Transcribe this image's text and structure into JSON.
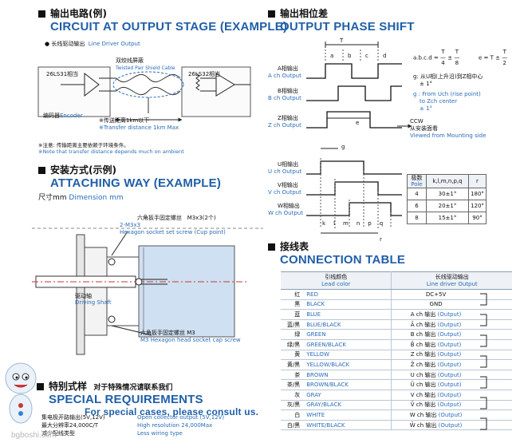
{
  "circuit": {
    "title_zh": "输出电路(例)",
    "title_en": "CIRCUIT AT OUTPUT STAGE (EXAMPLE)",
    "subtitle_zh": "长线驱动输出",
    "subtitle_en": "Line Driver Output",
    "shield_zh": "双绞线屏蔽",
    "shield_en": "Twisted Pair Shield Cable",
    "left_chip": "26LS31相当",
    "right_chip": "26LS32相当",
    "encoder_zh": "编码器",
    "encoder_en": "Encoder",
    "distance_zh": "※传送距离1km以下",
    "distance_en": "※Transfer distance 1km Max",
    "note_zh": "※注意: 传输距离主要依赖于环境条件。",
    "note_en": "※Note that transfer distance depends much on ambient"
  },
  "attaching": {
    "title_zh": "安装方式(示例)",
    "title_en": "ATTACHING WAY (EXAMPLE)",
    "dim_zh": "尺寸mm",
    "dim_en": "Dimension mm",
    "screw1_zh": "六角扳手固定螺丝",
    "screw1_size": "M3x3(2个)",
    "screw1_spec": "2-M3x3",
    "screw1_en": "Hexagon socket set screw (Cup point)",
    "shaft_zh": "驱动轴",
    "shaft_en": "Driving Shaft",
    "screw2_zh": "六角扳手固定螺丝 M3",
    "screw2_en": "M3 Hexagon head socket cap screw"
  },
  "special": {
    "title_zh": "特别式样",
    "title_zh2": "对于特殊情况请联系我们",
    "title_en": "SPECIAL REQUIREMENTS",
    "subtitle_en": "For special cases, please consult us.",
    "items_zh": [
      "集电极开路输出(5V,12V)",
      "最大分辨率24,000C/T",
      "减少配线类型"
    ],
    "items_en": [
      "Open collector output (5V,12V)",
      "High resolution 24,000Max",
      "Less wiring type"
    ],
    "watermark": "bgboshi.com"
  },
  "phase": {
    "title_zh": "输出相位差",
    "title_en": "OUTPUT PHASE SHIFT",
    "top_T": "T",
    "quarter": [
      "a",
      "b",
      "c",
      "d"
    ],
    "formula1": "a.b.c.d =",
    "formula1_num": "T",
    "formula1_den": "4",
    "formula1_pm": "±",
    "formula1_num2": "T",
    "formula1_den2": "8",
    "formula2": "e = T ±",
    "formula2_num": "T",
    "formula2_den": "2",
    "signals": [
      {
        "zh": "A相输出",
        "en": "A ch Output"
      },
      {
        "zh": "B相输出",
        "en": "B ch Output"
      },
      {
        "zh": "Z相输出",
        "en": "Z ch Output"
      },
      {
        "zh": "U相输出",
        "en": "U ch Output"
      },
      {
        "zh": "V相输出",
        "en": "V ch Output"
      },
      {
        "zh": "W相输出",
        "en": "W ch Output"
      }
    ],
    "e_label": "e",
    "g_label": "g",
    "uvw_letters": [
      "k",
      "l",
      "m",
      "n",
      "p",
      "q"
    ],
    "r_label": "r",
    "g_note_zh": "g: 从U相(上升沿)到Z相中心",
    "g_note_pm": "± 1°",
    "g_note_en1": "g : From Uch (rise point)",
    "g_note_en2": "to Zch center",
    "g_note_en3": "± 1°",
    "ccw": "CCW",
    "mount_zh": "从安装面看",
    "mount_en": "Viewed from Mounting side"
  },
  "pole_table": {
    "header_pole_zh": "极数",
    "header_pole_en": "Pole",
    "header_klm": "k,l,m,n,p,q",
    "header_r": "r",
    "rows": [
      {
        "pole": "4",
        "klm": "30±1°",
        "r": "180°"
      },
      {
        "pole": "6",
        "klm": "20±1°",
        "r": "120°"
      },
      {
        "pole": "8",
        "klm": "15±1°",
        "r": "90°"
      }
    ]
  },
  "connection": {
    "title_zh": "接线表",
    "title_en": "CONNECTION TABLE",
    "head_color_zh": "引线颜色",
    "head_color_en": "Lead color",
    "head_sig_zh": "长线驱动输出",
    "head_sig_en": "Line driver Output",
    "rows": [
      {
        "zh": "红",
        "en": "RED",
        "sig": "DC+5V",
        "sig_en": ""
      },
      {
        "zh": "黑",
        "en": "BLACK",
        "sig": "GND",
        "sig_en": ""
      },
      {
        "zh": "蓝",
        "en": "BLUE",
        "sig": "A ch 输出",
        "sig_en": "(Output)"
      },
      {
        "zh": "蓝/黑",
        "en": "BLUE/BLACK",
        "sig": "Ā ch 输出",
        "sig_en": "(Output)"
      },
      {
        "zh": "绿",
        "en": "GREEN",
        "sig": "B ch 输出",
        "sig_en": "(Output)"
      },
      {
        "zh": "绿/黑",
        "en": "GREEN/BLACK",
        "sig": "B̄ ch 输出",
        "sig_en": "(Output)"
      },
      {
        "zh": "黄",
        "en": "YELLOW",
        "sig": "Z ch 输出",
        "sig_en": "(Output)"
      },
      {
        "zh": "黄/黑",
        "en": "YELLOW/BLACK",
        "sig": "Z̄ ch 输出",
        "sig_en": "(Output)"
      },
      {
        "zh": "茶",
        "en": "BROWN",
        "sig": "U ch 输出",
        "sig_en": "(Output)"
      },
      {
        "zh": "茶/黑",
        "en": "BROWN/BLACK",
        "sig": "Ū ch 输出",
        "sig_en": "(Output)"
      },
      {
        "zh": "灰",
        "en": "GRAY",
        "sig": "V ch 输出",
        "sig_en": "(Output)"
      },
      {
        "zh": "灰/黑",
        "en": "GRAY/BLACK",
        "sig": "V̄ ch 输出",
        "sig_en": "(Output)"
      },
      {
        "zh": "白",
        "en": "WHITE",
        "sig": "W ch 输出",
        "sig_en": "(Output)"
      },
      {
        "zh": "白/黑",
        "en": "WHITE/BLACK",
        "sig": "W̄ ch 输出",
        "sig_en": "(Output)"
      }
    ]
  },
  "colors": {
    "accent_blue": "#1f5fa8",
    "light_blue": "#2a6cb8",
    "shaft_fill": "#cfe0f2"
  }
}
